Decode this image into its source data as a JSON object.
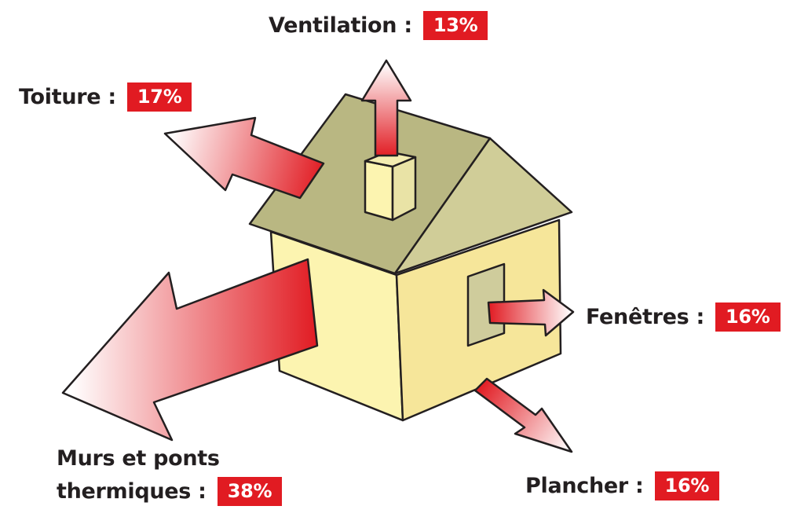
{
  "colors": {
    "roof": "#b9b782",
    "wall_light": "#fcf4b0",
    "wall_shade": "#f6e69a",
    "window": "#cfcc9c",
    "arrow_hot": "#e11b22",
    "arrow_cold": "#ffffff",
    "badge": "#e11b22",
    "outline": "#231f20"
  },
  "labels": {
    "ventilation": {
      "name": "Ventilation :",
      "value": "13%"
    },
    "toiture": {
      "name": "Toiture :",
      "value": "17%"
    },
    "fenetres": {
      "name": "Fenêtres :",
      "value": "16%"
    },
    "plancher": {
      "name": "Plancher :",
      "value": "16%"
    },
    "murs": {
      "line1": "Murs et ponts",
      "line2": "thermiques :",
      "value": "38%"
    }
  }
}
